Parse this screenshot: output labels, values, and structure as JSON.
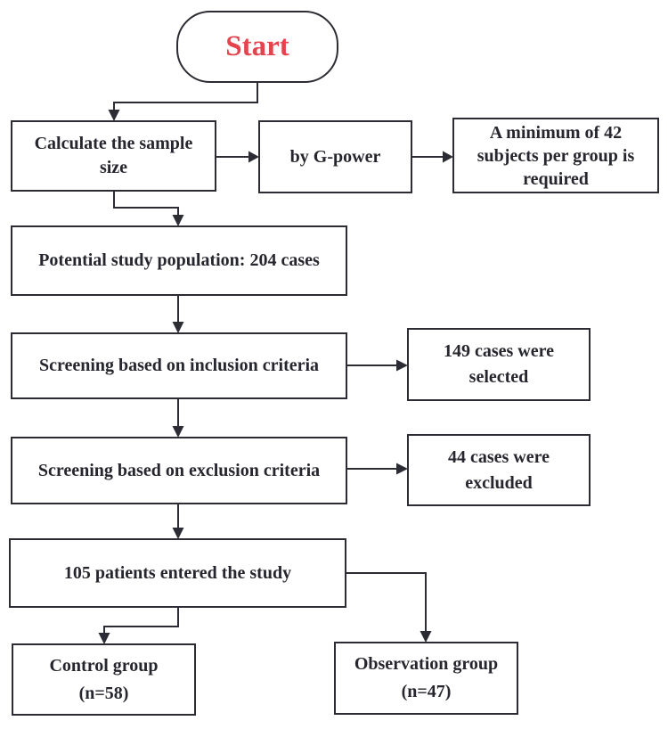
{
  "diagram": {
    "type": "flowchart",
    "nodes": {
      "start": {
        "label": "Start"
      },
      "calculate": {
        "label": "Calculate the sample size"
      },
      "gpower": {
        "label": "by G-power"
      },
      "minimum": {
        "label": "A minimum of 42 subjects per group is required"
      },
      "population": {
        "label": "Potential study population: 204 cases"
      },
      "inclusion": {
        "label": "Screening based on inclusion criteria"
      },
      "selected": {
        "label": "149 cases were selected"
      },
      "exclusion": {
        "label": "Screening based on exclusion criteria"
      },
      "excluded": {
        "label": "44 cases were excluded"
      },
      "entered": {
        "label": "105 patients entered the study"
      },
      "control": {
        "label": "Control group (n=58)"
      },
      "observation": {
        "label": "Observation group (n=47)"
      }
    },
    "colors": {
      "start_text": "#e5434d",
      "line": "#2c2c34",
      "text": "#26262e",
      "background": "#ffffff"
    }
  }
}
